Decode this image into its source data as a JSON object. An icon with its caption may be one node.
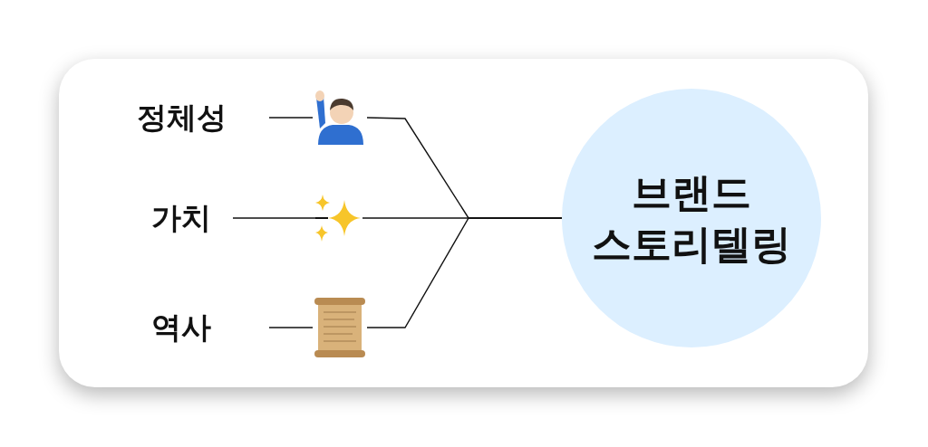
{
  "diagram": {
    "nodes": [
      {
        "text": [
          "정체성"
        ]
      },
      {
        "text": [],
        "shape": "picture"
      },
      {
        "text": [
          "가치"
        ]
      },
      {
        "text": [],
        "shape": "picture"
      },
      {
        "text": [
          "역사"
        ]
      },
      {
        "text": [],
        "shape": "picture"
      },
      {
        "text": [
          "브랜드 스토리텔링"
        ]
      }
    ],
    "edges": [
      {
        "from": 0,
        "to": 1,
        "arrow": "none"
      },
      {
        "from": 2,
        "to": 3,
        "arrow": "none"
      },
      {
        "from": 4,
        "to": 5,
        "arrow": "none"
      },
      {
        "from": 1,
        "to": 6,
        "arrow": "none"
      },
      {
        "from": 3,
        "to": 6,
        "arrow": "none"
      },
      {
        "from": 5,
        "to": 6,
        "arrow": "none"
      }
    ]
  }
}
